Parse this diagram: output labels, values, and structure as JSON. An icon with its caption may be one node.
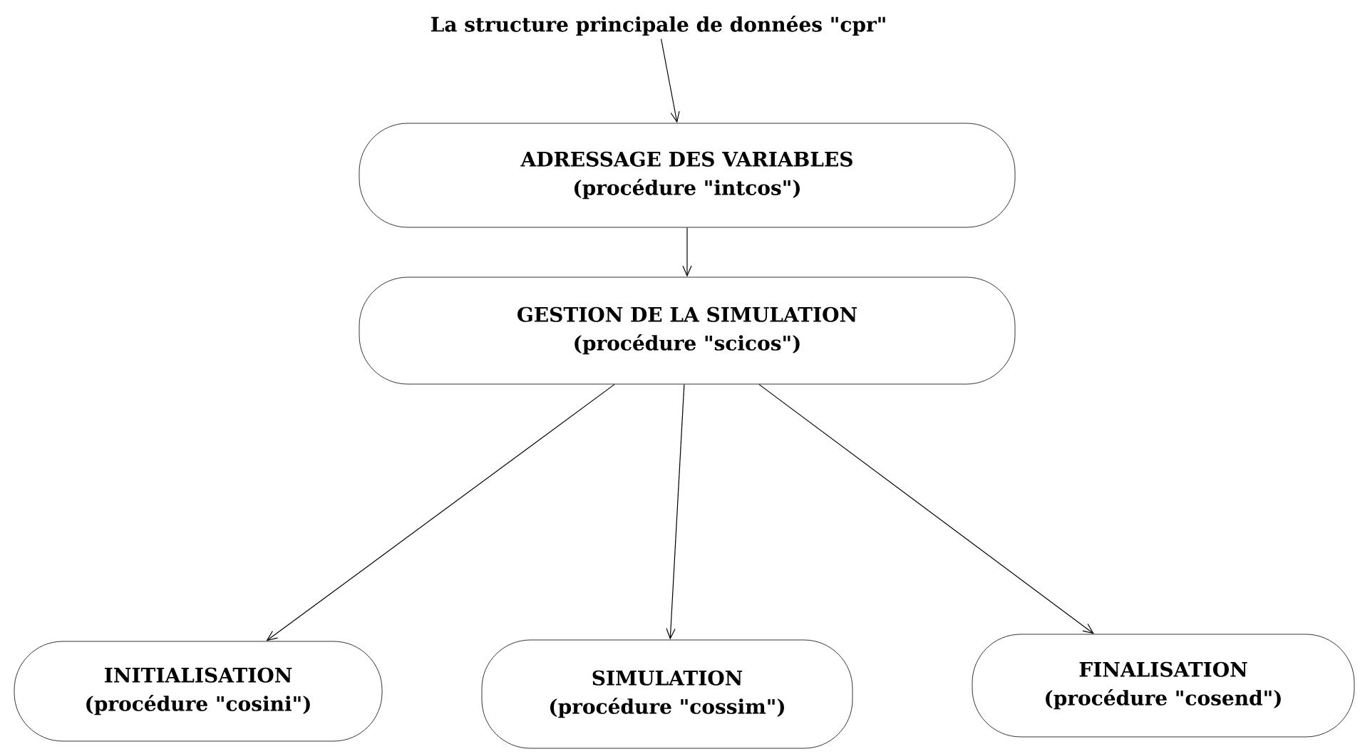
{
  "diagram": {
    "nodes": [
      {
        "text": [
          "La structure principale de données \"cpr\""
        ]
      },
      {
        "text": [
          "ADRESSAGE DES VARIABLES",
          "(procédure \"intcos\")"
        ]
      },
      {
        "text": [
          "GESTION DE LA SIMULATION",
          "(procédure \"scicos\")"
        ]
      },
      {
        "text": [
          "INITIALISATION",
          "(procédure \"cosini\")"
        ]
      },
      {
        "text": [
          "SIMULATION",
          "(procédure \"cossim\")"
        ]
      },
      {
        "text": [
          "FINALISATION",
          "(procédure \"cosend\")"
        ]
      }
    ],
    "edges": [
      {
        "from": 0,
        "to": 1,
        "arrow": "to"
      },
      {
        "from": 1,
        "to": 2,
        "arrow": "to"
      },
      {
        "from": 2,
        "to": 3,
        "arrow": "to"
      },
      {
        "from": 2,
        "to": 4,
        "arrow": "to"
      },
      {
        "from": 2,
        "to": 5,
        "arrow": "to"
      }
    ]
  }
}
